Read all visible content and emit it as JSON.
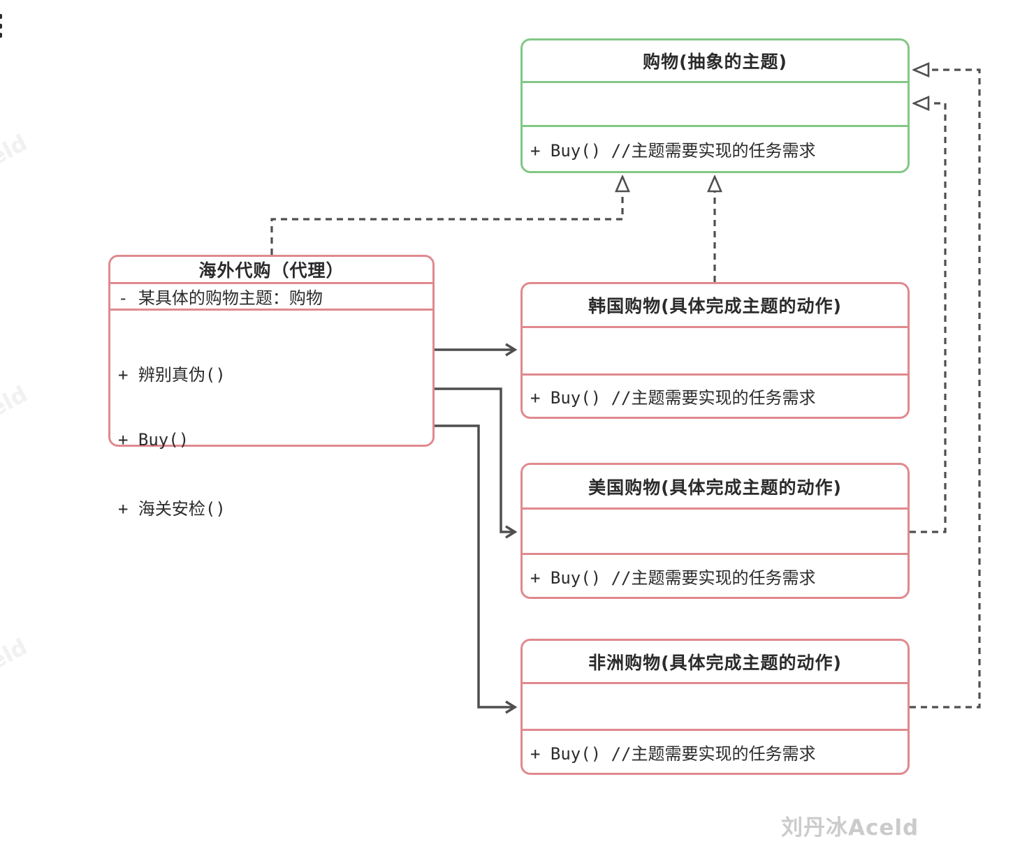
{
  "diagram": {
    "type": "uml-class-diagram",
    "pattern": "proxy",
    "classes": {
      "abstract_subject": {
        "title": "购物(抽象的主题)",
        "attributes": [],
        "methods": [
          "+ Buy() //主题需要实现的任务需求"
        ]
      },
      "proxy": {
        "title": "海外代购（代理）",
        "attributes": [
          "- 某具体的购物主题：购物"
        ],
        "methods": [
          "+ 辨别真伪()",
          "+ Buy()",
          "+ 海关安检()"
        ]
      },
      "korea": {
        "title": "韩国购物(具体完成主题的动作)",
        "attributes": [],
        "methods": [
          "+ Buy() //主题需要实现的任务需求"
        ]
      },
      "usa": {
        "title": "美国购物(具体完成主题的动作)",
        "attributes": [],
        "methods": [
          "+ Buy() //主题需要实现的任务需求"
        ]
      },
      "africa": {
        "title": "非洲购物(具体完成主题的动作)",
        "attributes": [],
        "methods": [
          "+ Buy() //主题需要实现的任务需求"
        ]
      }
    },
    "relations": [
      {
        "from": "proxy",
        "to": "abstract_subject",
        "kind": "realization-dashed-hollow-triangle"
      },
      {
        "from": "korea",
        "to": "abstract_subject",
        "kind": "realization-dashed-hollow-triangle"
      },
      {
        "from": "usa",
        "to": "abstract_subject",
        "kind": "realization-dashed-hollow-triangle"
      },
      {
        "from": "africa",
        "to": "abstract_subject",
        "kind": "realization-dashed-hollow-triangle"
      },
      {
        "from": "proxy",
        "to": "korea",
        "kind": "association-solid-arrow"
      },
      {
        "from": "proxy",
        "to": "usa",
        "kind": "association-solid-arrow"
      },
      {
        "from": "proxy",
        "to": "africa",
        "kind": "association-solid-arrow"
      }
    ]
  },
  "icons": {
    "menu": "kebab-vertical"
  },
  "watermarks": {
    "corner": "刘丹冰Aceld",
    "edge": "eld"
  },
  "colors": {
    "green": "#82c785",
    "pink": "#e0898e",
    "line": "#4f4f4f",
    "text": "#2b2b2b",
    "wm-light": "#f1f1f1",
    "wm-gray": "#cbcbcb"
  }
}
